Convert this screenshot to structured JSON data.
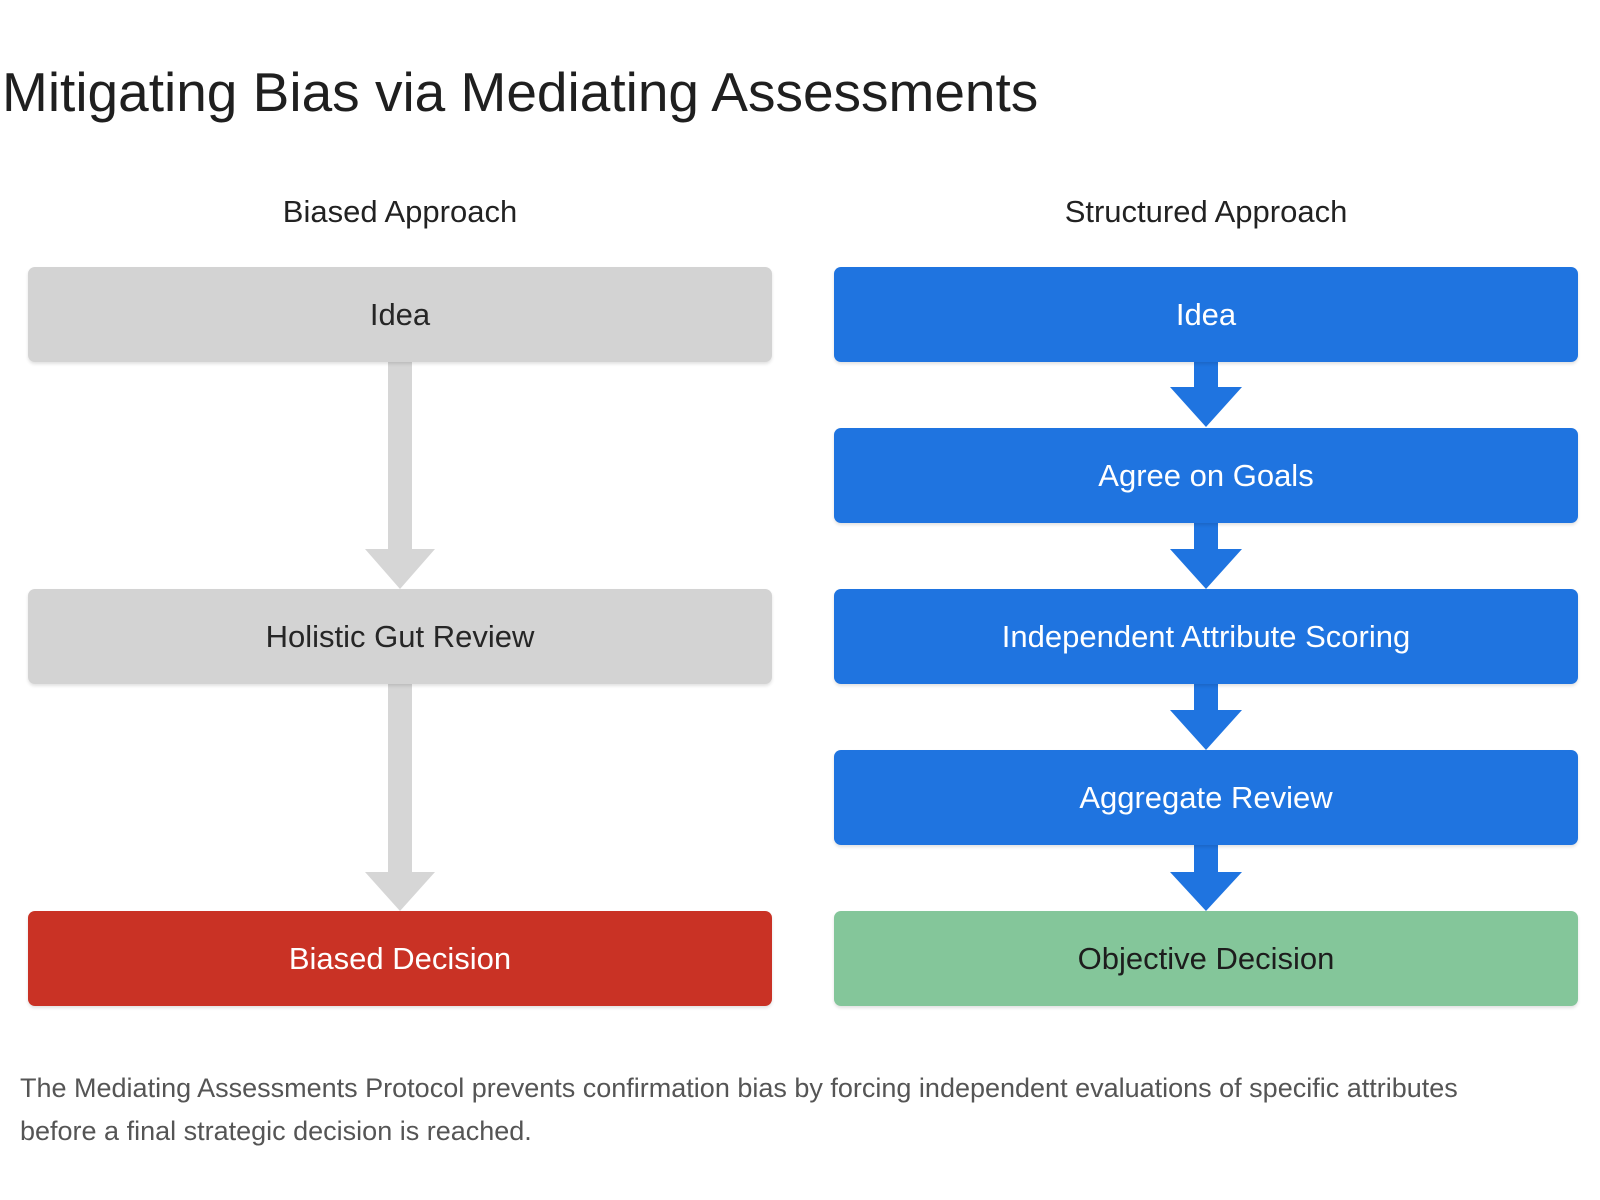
{
  "title": "Mitigating Bias via Mediating Assessments",
  "columns": [
    {
      "heading": "Biased Approach",
      "steps": [
        "Idea",
        "Holistic Gut Review",
        "Biased Decision"
      ]
    },
    {
      "heading": "Structured Approach",
      "steps": [
        "Idea",
        "Agree on Goals",
        "Independent Attribute Scoring",
        "Aggregate Review",
        "Objective Decision"
      ]
    }
  ],
  "caption": "The Mediating Assessments Protocol prevents confirmation bias by forcing independent evaluations of specific attributes before a final strategic decision is reached.",
  "colors": {
    "neutral_step": "#d3d3d3",
    "structured_step": "#1f74e0",
    "biased_outcome": "#c93225",
    "objective_outcome": "#84c69a",
    "neutral_arrow": "#d6d6d6",
    "structured_arrow": "#1f74e0"
  }
}
